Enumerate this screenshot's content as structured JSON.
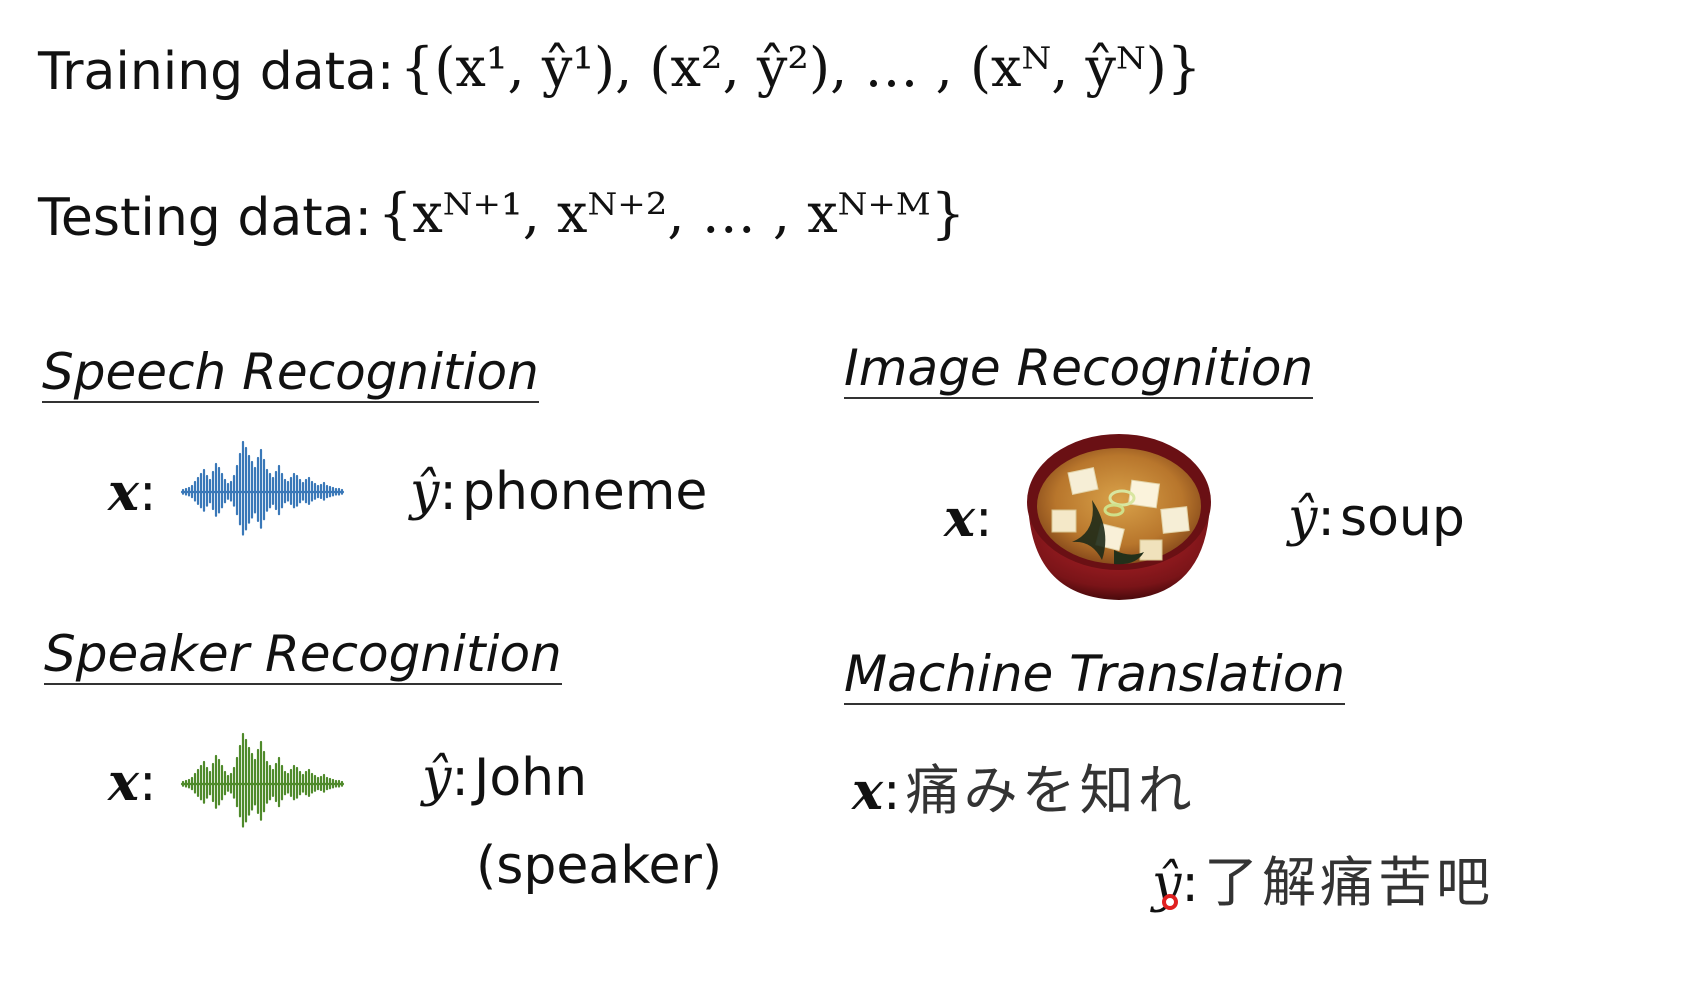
{
  "training": {
    "label": "Training data:",
    "formula": "{(x¹, ŷ¹), (x², ŷ²), … , (xᴺ, ŷᴺ)}"
  },
  "testing": {
    "label": "Testing data:",
    "formula": "{xᴺ⁺¹, xᴺ⁺², … , xᴺ⁺ᴹ}"
  },
  "speech": {
    "heading": "Speech Recognition",
    "x_label": "x",
    "y_label": "ŷ",
    "y_value": "phoneme",
    "waveform_color": "#3a78b8"
  },
  "speaker": {
    "heading": "Speaker Recognition",
    "x_label": "x",
    "y_label": "ŷ",
    "y_value": "John",
    "y_note": "(speaker)",
    "waveform_color": "#4f8a2b"
  },
  "image": {
    "heading": "Image Recognition",
    "x_label": "x",
    "y_label": "ŷ",
    "y_value": "soup"
  },
  "translation": {
    "heading": "Machine Translation",
    "x_label": "x",
    "x_value": "痛みを知れ",
    "y_label": "ŷ",
    "y_value": "了解痛苦吧"
  },
  "colon": ":"
}
